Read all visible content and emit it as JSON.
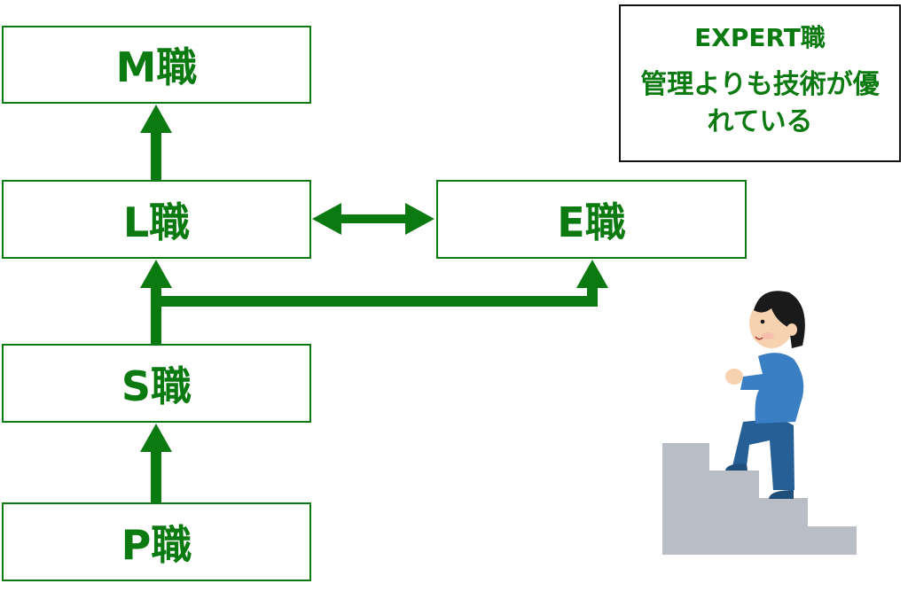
{
  "boxes": {
    "m": "M職",
    "l": "L職",
    "e": "E職",
    "s": "S職",
    "p": "P職"
  },
  "legend": {
    "title": "EXPERT職",
    "description": "管理よりも技術が優れている"
  },
  "colors": {
    "accent": "#0b7a10",
    "stairs": "#b9bec6",
    "shirt": "#3a7fc4",
    "pants": "#255f95"
  }
}
